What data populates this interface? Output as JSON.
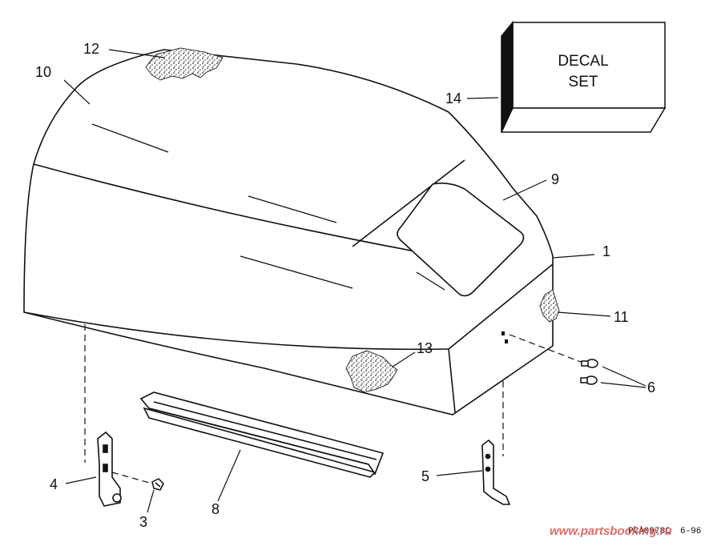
{
  "callouts": {
    "c1": "1",
    "c3": "3",
    "c4": "4",
    "c5": "5",
    "c6": "6",
    "c8": "8",
    "c9": "9",
    "c10": "10",
    "c11": "11",
    "c12": "12",
    "c13": "13",
    "c14": "14"
  },
  "decal_box": {
    "line1": "DECAL",
    "line2": "SET"
  },
  "drawing_code": "PCA0978C",
  "drawing_date": "6-96",
  "watermark": {
    "text": "www.partsbooking.ru",
    "color": "#d9534f"
  },
  "colors": {
    "ink": "#111111",
    "background": "#ffffff"
  }
}
